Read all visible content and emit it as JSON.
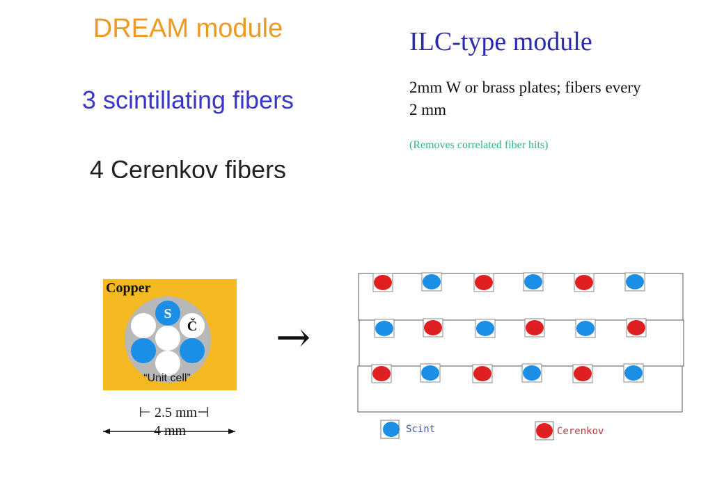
{
  "left": {
    "title": "DREAM module",
    "scint_text": "3 scintillating fibers",
    "cerenkov_text": "4 Cerenkov fibers"
  },
  "right": {
    "title": "ILC-type module",
    "plates_text": "2mm W or brass plates; fibers every 2 mm",
    "note": "(Removes correlated fiber hits)"
  },
  "unit_cell": {
    "material_label": "Copper",
    "scint_fiber_label": "S",
    "cerenkov_fiber_label": "Č",
    "caption": "“Unit cell”",
    "dimension_inner": "⊢ 2.5 mm⊣",
    "dimension_outer": "4 mm"
  },
  "arrow": "→",
  "legend": {
    "scint_label": "Scint",
    "cerenkov_label": "Cerenkov"
  },
  "colors": {
    "copper": "#f5b921",
    "scint": "#1b8ee6",
    "cerenkov": "#e02020",
    "dream_title": "#ee9922",
    "scint_text": "#3a36c8",
    "ilc_title": "#2a2ab0",
    "note": "#33b38c"
  },
  "ilc_layout": {
    "rows": [
      [
        "cerenkov",
        "scint",
        "cerenkov",
        "scint",
        "cerenkov",
        "scint"
      ],
      [
        "scint",
        "cerenkov",
        "scint",
        "cerenkov",
        "scint",
        "cerenkov"
      ],
      [
        "cerenkov",
        "scint",
        "cerenkov",
        "scint",
        "cerenkov",
        "scint"
      ]
    ]
  }
}
